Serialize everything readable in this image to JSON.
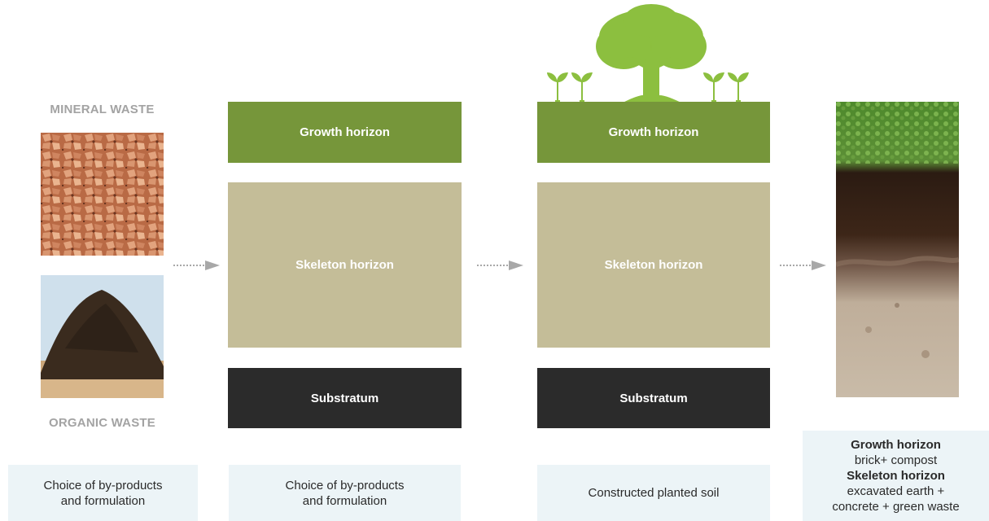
{
  "mineral_waste_label": "MINERAL WASTE",
  "organic_waste_label": "ORGANIC WASTE",
  "column2": {
    "growth": "Growth horizon",
    "skeleton": "Skeleton horizon",
    "substratum": "Substratum",
    "caption_line1": "Choice of by-products",
    "caption_line2": "and formulation"
  },
  "column1": {
    "caption_line1": "Choice of by-products",
    "caption_line2": "and formulation"
  },
  "column3": {
    "growth": "Growth horizon",
    "skeleton": "Skeleton horizon",
    "substratum": "Substratum",
    "caption": "Constructed planted soil"
  },
  "column4": {
    "line1": "Growth horizon",
    "line2": "brick+ compost",
    "line3": "Skeleton horizon",
    "line4": "excavated earth +",
    "line5": "concrete + green waste"
  },
  "colors": {
    "green": "#76963a",
    "tan": "#c4bd98",
    "dark": "#2b2b2b",
    "caption_bg": "#ecf4f7",
    "arrow": "#a8a8a8"
  }
}
